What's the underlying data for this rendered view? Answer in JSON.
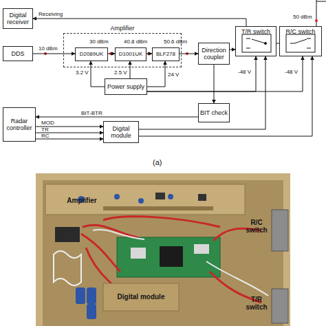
{
  "diagram": {
    "nodes": [
      {
        "text": [
          "Digital receiver"
        ]
      },
      {
        "text": [
          "DDS"
        ]
      },
      {
        "text": [
          "Amplifier"
        ]
      },
      {
        "text": [
          "D2089UK"
        ],
        "in": 2
      },
      {
        "text": [
          "D1001UK"
        ],
        "in": 2
      },
      {
        "text": [
          "BLF278"
        ],
        "in": 2
      },
      {
        "text": [
          "Direction coupler"
        ]
      },
      {
        "text": [
          "T/R switch"
        ]
      },
      {
        "text": [
          "R/C switch"
        ]
      },
      {
        "text": [
          "Power supply"
        ]
      },
      {
        "text": [
          "BIT check"
        ]
      },
      {
        "text": [
          "Radar controller"
        ]
      },
      {
        "text": [
          "Digital module"
        ]
      }
    ],
    "edges": [
      {
        "from": 7,
        "to": 0,
        "label": "Receiving",
        "arrow": "to"
      },
      {
        "from": 1,
        "to": 3,
        "label": "10 dBm",
        "arrow": "to"
      },
      {
        "from": 3,
        "to": 4,
        "label": "30 dBm",
        "arrow": "to"
      },
      {
        "from": 4,
        "to": 5,
        "label": "40.8 dBm",
        "arrow": "to"
      },
      {
        "from": 5,
        "to": 6,
        "label": "50.6 dBm",
        "arrow": "to"
      },
      {
        "from": 6,
        "to": 7,
        "arrow": "to"
      },
      {
        "from": 7,
        "to": 8,
        "arrow": "none"
      },
      {
        "from": 9,
        "to": 3,
        "label": "3.2 V",
        "arrow": "to"
      },
      {
        "from": 9,
        "to": 4,
        "label": "2.5 V",
        "arrow": "to"
      },
      {
        "from": 9,
        "to": 5,
        "label": "24 V",
        "arrow": "to"
      },
      {
        "from": 9,
        "to": 7,
        "label": "-48 V",
        "arrow": "to"
      },
      {
        "from": 9,
        "to": 8,
        "label": "-48 V",
        "arrow": "to"
      },
      {
        "from": 6,
        "to": 10,
        "arrow": "to"
      },
      {
        "from": 10,
        "to": 11,
        "label": "BIT-BTR",
        "arrow": "to"
      },
      {
        "from": 11,
        "to": 12,
        "label": "MOD",
        "arrow": "to"
      },
      {
        "from": 11,
        "to": 12,
        "label": "TR",
        "arrow": "to"
      },
      {
        "from": 11,
        "to": 12,
        "label": "RC",
        "arrow": "to"
      },
      {
        "from": 12,
        "to": 7,
        "arrow": "to"
      },
      {
        "from": 12,
        "to": 8,
        "arrow": "to"
      }
    ],
    "labels": [
      "50 dBm",
      "(a)",
      "Amplifier",
      "R/C switch",
      "T/R switch",
      "Digital module"
    ]
  }
}
